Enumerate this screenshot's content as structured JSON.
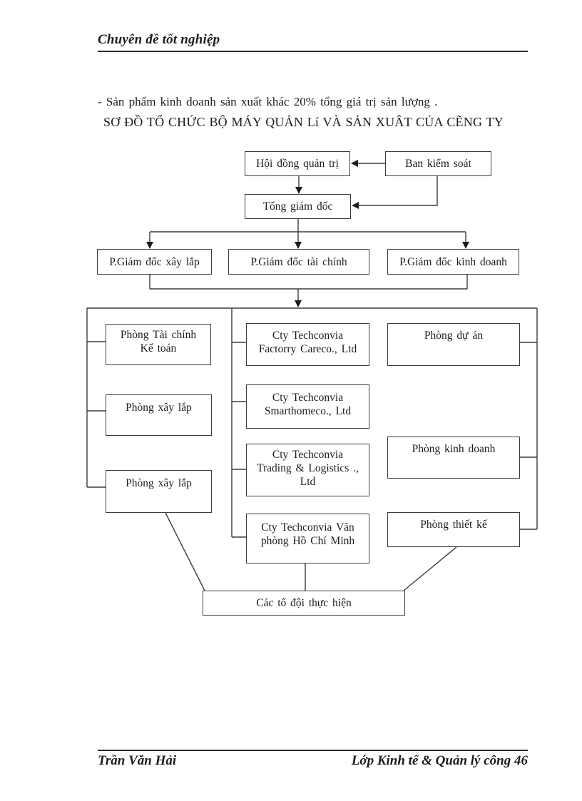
{
  "header": {
    "title": "Chuyên đề tốt nghiệp"
  },
  "content": {
    "bullet_line": "- Sản phẩm kinh  doanh sản xuất khác 20% tổng giá trị sản lượng  .",
    "diagram_title": "SƠ ĐỒ TỔ CHỨC BỘ MÁY QUẢN Lí VÀ SẢN XUÂT CỦA CẼNG TY"
  },
  "org_chart": {
    "hoi_dong_quan_tri": "Hội đồng quản trị",
    "ban_kiem_soat": "Ban kiểm soát",
    "tong_giam_doc": "Tổng giám đốc",
    "pgd_xay_lap": "P.Giám  đốc xây lắp",
    "pgd_tai_chinh": "P.Giám  đốc tài chính",
    "pgd_kinh_doanh": "P.Giám  đốc kinh  doanh",
    "phong_tai_chinh_ke_toan": "Phòng  Tài  chính\nKế toán",
    "cty_factorry": "Cty Techconvia\nFactorry  Careco., Ltd",
    "phong_du_an": "Phòng  dự án",
    "phong_xay_lap_1": "Phòng xây lắp",
    "cty_smarthomeco": "Cty Techconvia\nSmarthomeco.,  Ltd",
    "phong_kinh_doanh": "Phòng kinh  doanh",
    "phong_xay_lap_2": "Phòng xây lắp",
    "cty_trading_logistics": "Cty Techconvia\nTrading  &  Logistics  .,\nLtd",
    "cty_van_phong_hcm": "Cty Techconvia   Văn\nphòng Hồ Chí Minh",
    "phong_thiet_ke": "Phòng thiết kế",
    "cac_to_doi": "Các tổ  đội thực  hiện"
  },
  "footer": {
    "left": "Trần Văn Hải",
    "right": "Lớp Kinh tế & Quản lý công 46"
  },
  "colors": {
    "background": "#ffffff",
    "text": "#1c1c1c",
    "box_border": "#3c3c3c",
    "connector_line": "#3c3c3c",
    "rule_line": "#2a2a2a"
  }
}
